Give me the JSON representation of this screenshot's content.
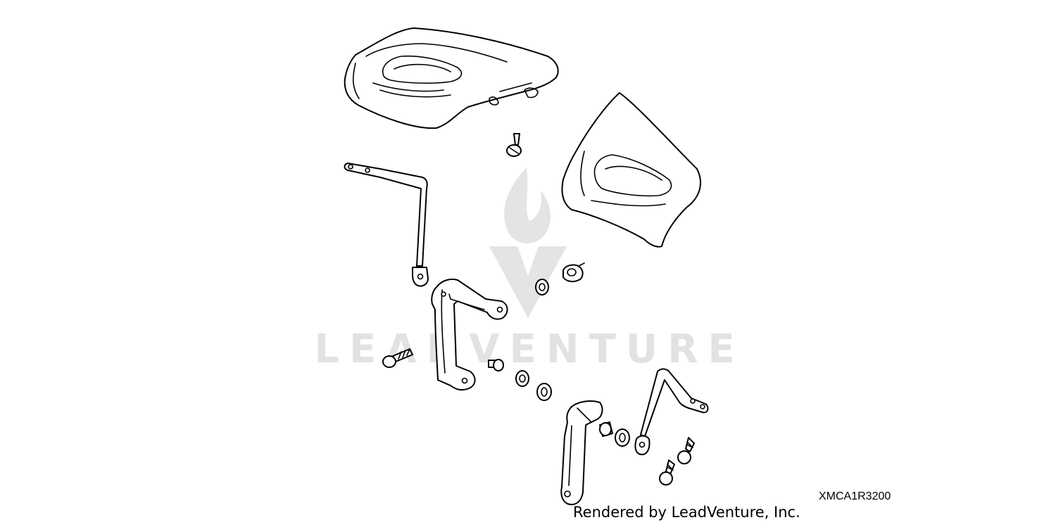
{
  "watermark": {
    "brand_text": "LEADVENTURE",
    "color": "#e2e2e2"
  },
  "diagram": {
    "code": "XMCA1R3200"
  },
  "footer": {
    "rendered_by": "Rendered by LeadVenture, Inc."
  },
  "colors": {
    "line": "#000000",
    "background": "#ffffff"
  }
}
